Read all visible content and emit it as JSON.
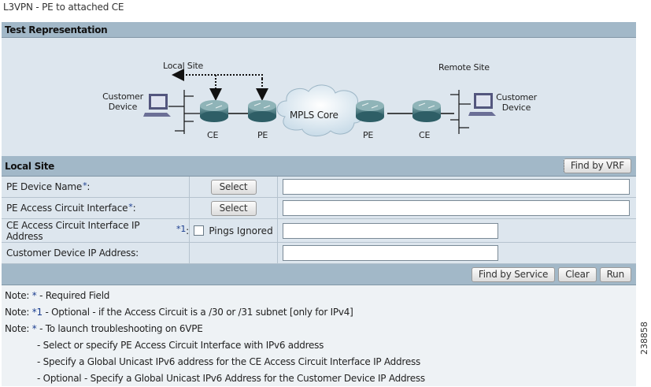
{
  "page_title": "L3VPN - PE to attached CE",
  "test_representation": {
    "header": "Test Representation",
    "diagram": {
      "local_site_label": "Local Site",
      "remote_site_label": "Remote Site",
      "left_customer_device": "Customer\nDevice",
      "right_customer_device": "Customer\nDevice",
      "left_ce": "CE",
      "left_pe": "PE",
      "core": "MPLS Core",
      "right_pe": "PE",
      "right_ce": "CE"
    }
  },
  "local_site": {
    "header": "Local Site",
    "find_by_vrf_label": "Find by VRF",
    "rows": [
      {
        "label": "PE Device Name",
        "marker": "*",
        "action": "Select",
        "value": ""
      },
      {
        "label": "PE Access Circuit Interface",
        "marker": "*",
        "action": "Select",
        "value": ""
      },
      {
        "label": "CE Access Circuit Interface IP Address",
        "marker": "*1",
        "checkbox_label": "Pings Ignored",
        "checked": false,
        "value": ""
      },
      {
        "label": "Customer Device IP Address",
        "marker": "",
        "value": ""
      }
    ],
    "buttons": {
      "find_by_service": "Find by Service",
      "clear": "Clear",
      "run": "Run"
    }
  },
  "notes": [
    {
      "prefix": "Note: ",
      "marker": "*",
      "text": " - Required Field"
    },
    {
      "prefix": "Note: ",
      "marker": "*1",
      "text": " - Optional - if the Access Circuit is a /30 or /31 subnet [only for IPv4]"
    },
    {
      "prefix": "Note: ",
      "marker": "*",
      "text": " - To launch troubleshooting on 6VPE"
    }
  ],
  "sub_notes": [
    "- Select or specify PE Access Circuit Interface with IPv6 address",
    "- Specify a Global Unicast IPv6 address for the CE Access Circuit Interface IP Address",
    "- Optional - Specify a Global Unicast IPv6 Address for the Customer Device IP Address"
  ],
  "figure_number": "238858"
}
